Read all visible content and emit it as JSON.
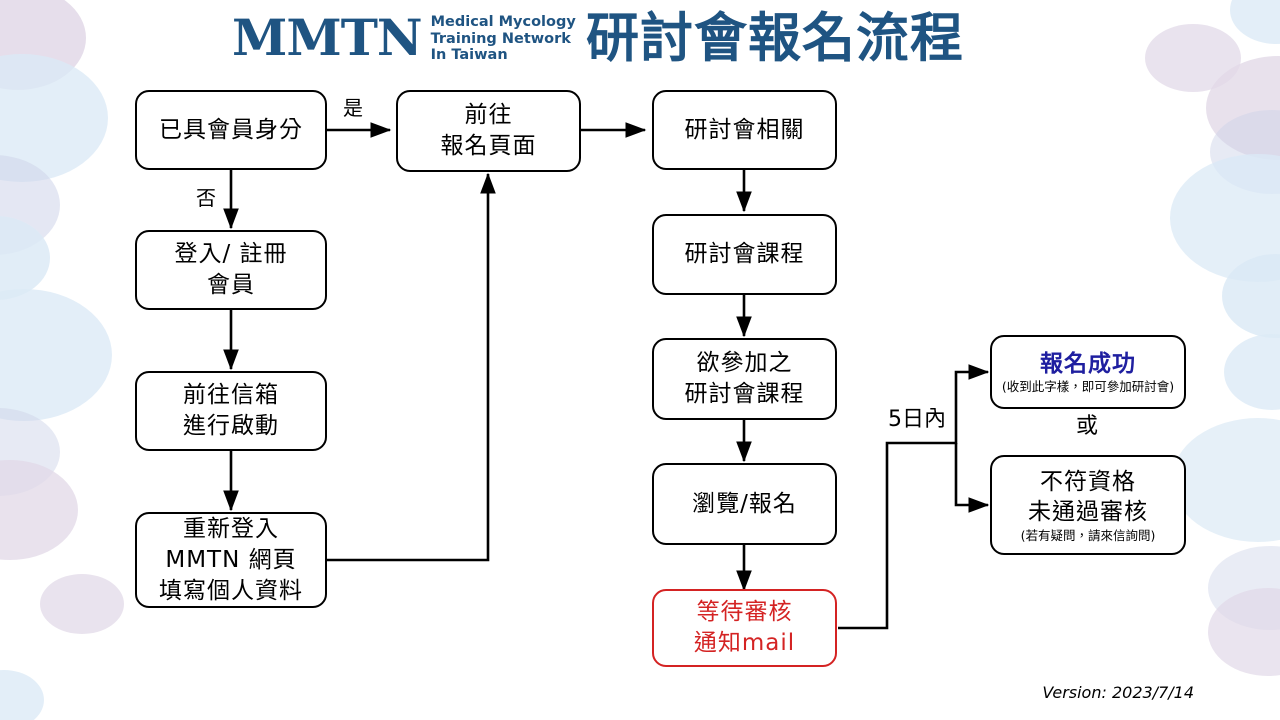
{
  "header": {
    "logo_mark": "MMTN",
    "logo_sub_line1": "Medical Mycology",
    "logo_sub_line2": "Training Network",
    "logo_sub_line3": "In Taiwan",
    "title": "研討會報名流程",
    "brand_color": "#1f5482"
  },
  "flow": {
    "nodes": [
      {
        "id": "member-status",
        "line1": "已具會員身分"
      },
      {
        "id": "goto-signup",
        "line1": "前往",
        "line2": "報名頁面"
      },
      {
        "id": "login-register",
        "line1": "登入/ 註冊",
        "line2": "會員"
      },
      {
        "id": "check-mail",
        "line1": "前往信箱",
        "line2": "進行啟動"
      },
      {
        "id": "relogin",
        "line1": "重新登入",
        "line2": "MMTN 網頁",
        "line3": "填寫個人資料"
      },
      {
        "id": "seminar-info",
        "line1": "研討會相關"
      },
      {
        "id": "seminar-course",
        "line1": "研討會課程"
      },
      {
        "id": "desired-course",
        "line1": "欲參加之",
        "line2": "研討會課程"
      },
      {
        "id": "browse-signup",
        "line1": "瀏覽/報名"
      },
      {
        "id": "await-review",
        "line1": "等待審核",
        "line2": "通知mail",
        "color": "#d42323"
      }
    ],
    "results": [
      {
        "id": "signup-success",
        "title": "報名成功",
        "note": "(收到此字樣，即可參加研討會)",
        "title_color": "#1f1fa0"
      },
      {
        "id": "signup-rejected",
        "title_l1": "不符資格",
        "title_l2": "未通過審核",
        "note": "(若有疑問，請來信詢問)",
        "title_color": "#000000"
      }
    ],
    "labels": {
      "yes": "是",
      "no": "否",
      "within_five_days": "5日內",
      "or": "或"
    }
  },
  "footer": {
    "version": "Version: 2023/7/14"
  },
  "decor": {
    "lavender": "#c9b9d4",
    "blue": "#c5dcf0",
    "periwinkle": "#a8b2d8"
  }
}
